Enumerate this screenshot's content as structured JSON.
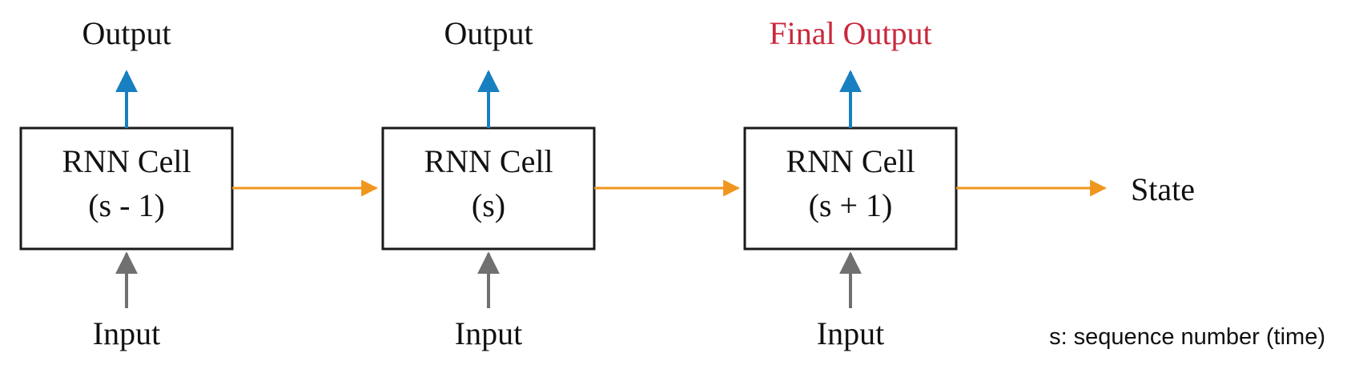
{
  "colors": {
    "box_stroke": "#1a1a1a",
    "output_arrow": "#1880c1",
    "input_arrow": "#707070",
    "state_arrow": "#f0961e",
    "final_output_text": "#c8283c",
    "text": "#111111"
  },
  "cells": [
    {
      "title": "RNN Cell",
      "subtitle": "(s - 1)",
      "output_label": "Output",
      "input_label": "Input"
    },
    {
      "title": "RNN Cell",
      "subtitle": "(s)",
      "output_label": "Output",
      "input_label": "Input"
    },
    {
      "title": "RNN Cell",
      "subtitle": "(s + 1)",
      "output_label": "Final Output",
      "input_label": "Input"
    }
  ],
  "state_label": "State",
  "legend_note": "s: sequence number (time)"
}
